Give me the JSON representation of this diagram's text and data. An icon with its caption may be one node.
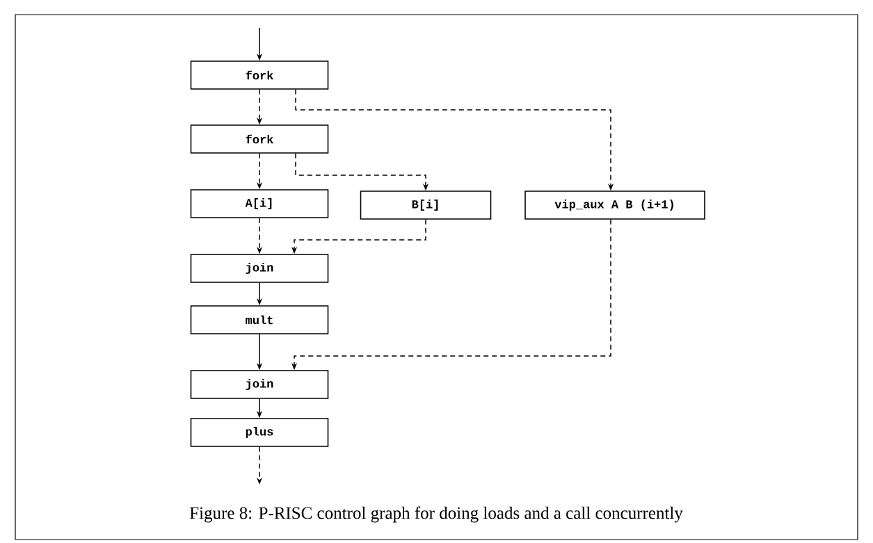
{
  "diagram": {
    "caption": "Figure 8: P-RISC control graph for doing loads and a call concurrently",
    "nodes": [
      {
        "text": [
          "fork"
        ]
      },
      {
        "text": [
          "fork"
        ]
      },
      {
        "text": [
          "A[i]"
        ]
      },
      {
        "text": [
          "B[i]"
        ]
      },
      {
        "text": [
          "vip_aux A B (i+1)"
        ]
      },
      {
        "text": [
          "join"
        ]
      },
      {
        "text": [
          "mult"
        ]
      },
      {
        "text": [
          "join"
        ]
      },
      {
        "text": [
          "plus"
        ]
      }
    ],
    "edges": [
      {
        "from": null,
        "to": 0,
        "arrow": "to"
      },
      {
        "from": 0,
        "to": 1,
        "arrow": "to",
        "style": "dashed"
      },
      {
        "from": 0,
        "to": 4,
        "arrow": "to",
        "style": "dashed"
      },
      {
        "from": 1,
        "to": 2,
        "arrow": "to",
        "style": "dashed"
      },
      {
        "from": 1,
        "to": 3,
        "arrow": "to",
        "style": "dashed"
      },
      {
        "from": 2,
        "to": 5,
        "arrow": "to",
        "style": "dashed"
      },
      {
        "from": 3,
        "to": 5,
        "arrow": "to",
        "style": "dashed"
      },
      {
        "from": 5,
        "to": 6,
        "arrow": "to"
      },
      {
        "from": 6,
        "to": 7,
        "arrow": "to"
      },
      {
        "from": 4,
        "to": 7,
        "arrow": "to",
        "style": "dashed"
      },
      {
        "from": 7,
        "to": 8,
        "arrow": "to"
      },
      {
        "from": 8,
        "to": null,
        "arrow": "to",
        "style": "dashed"
      }
    ]
  }
}
